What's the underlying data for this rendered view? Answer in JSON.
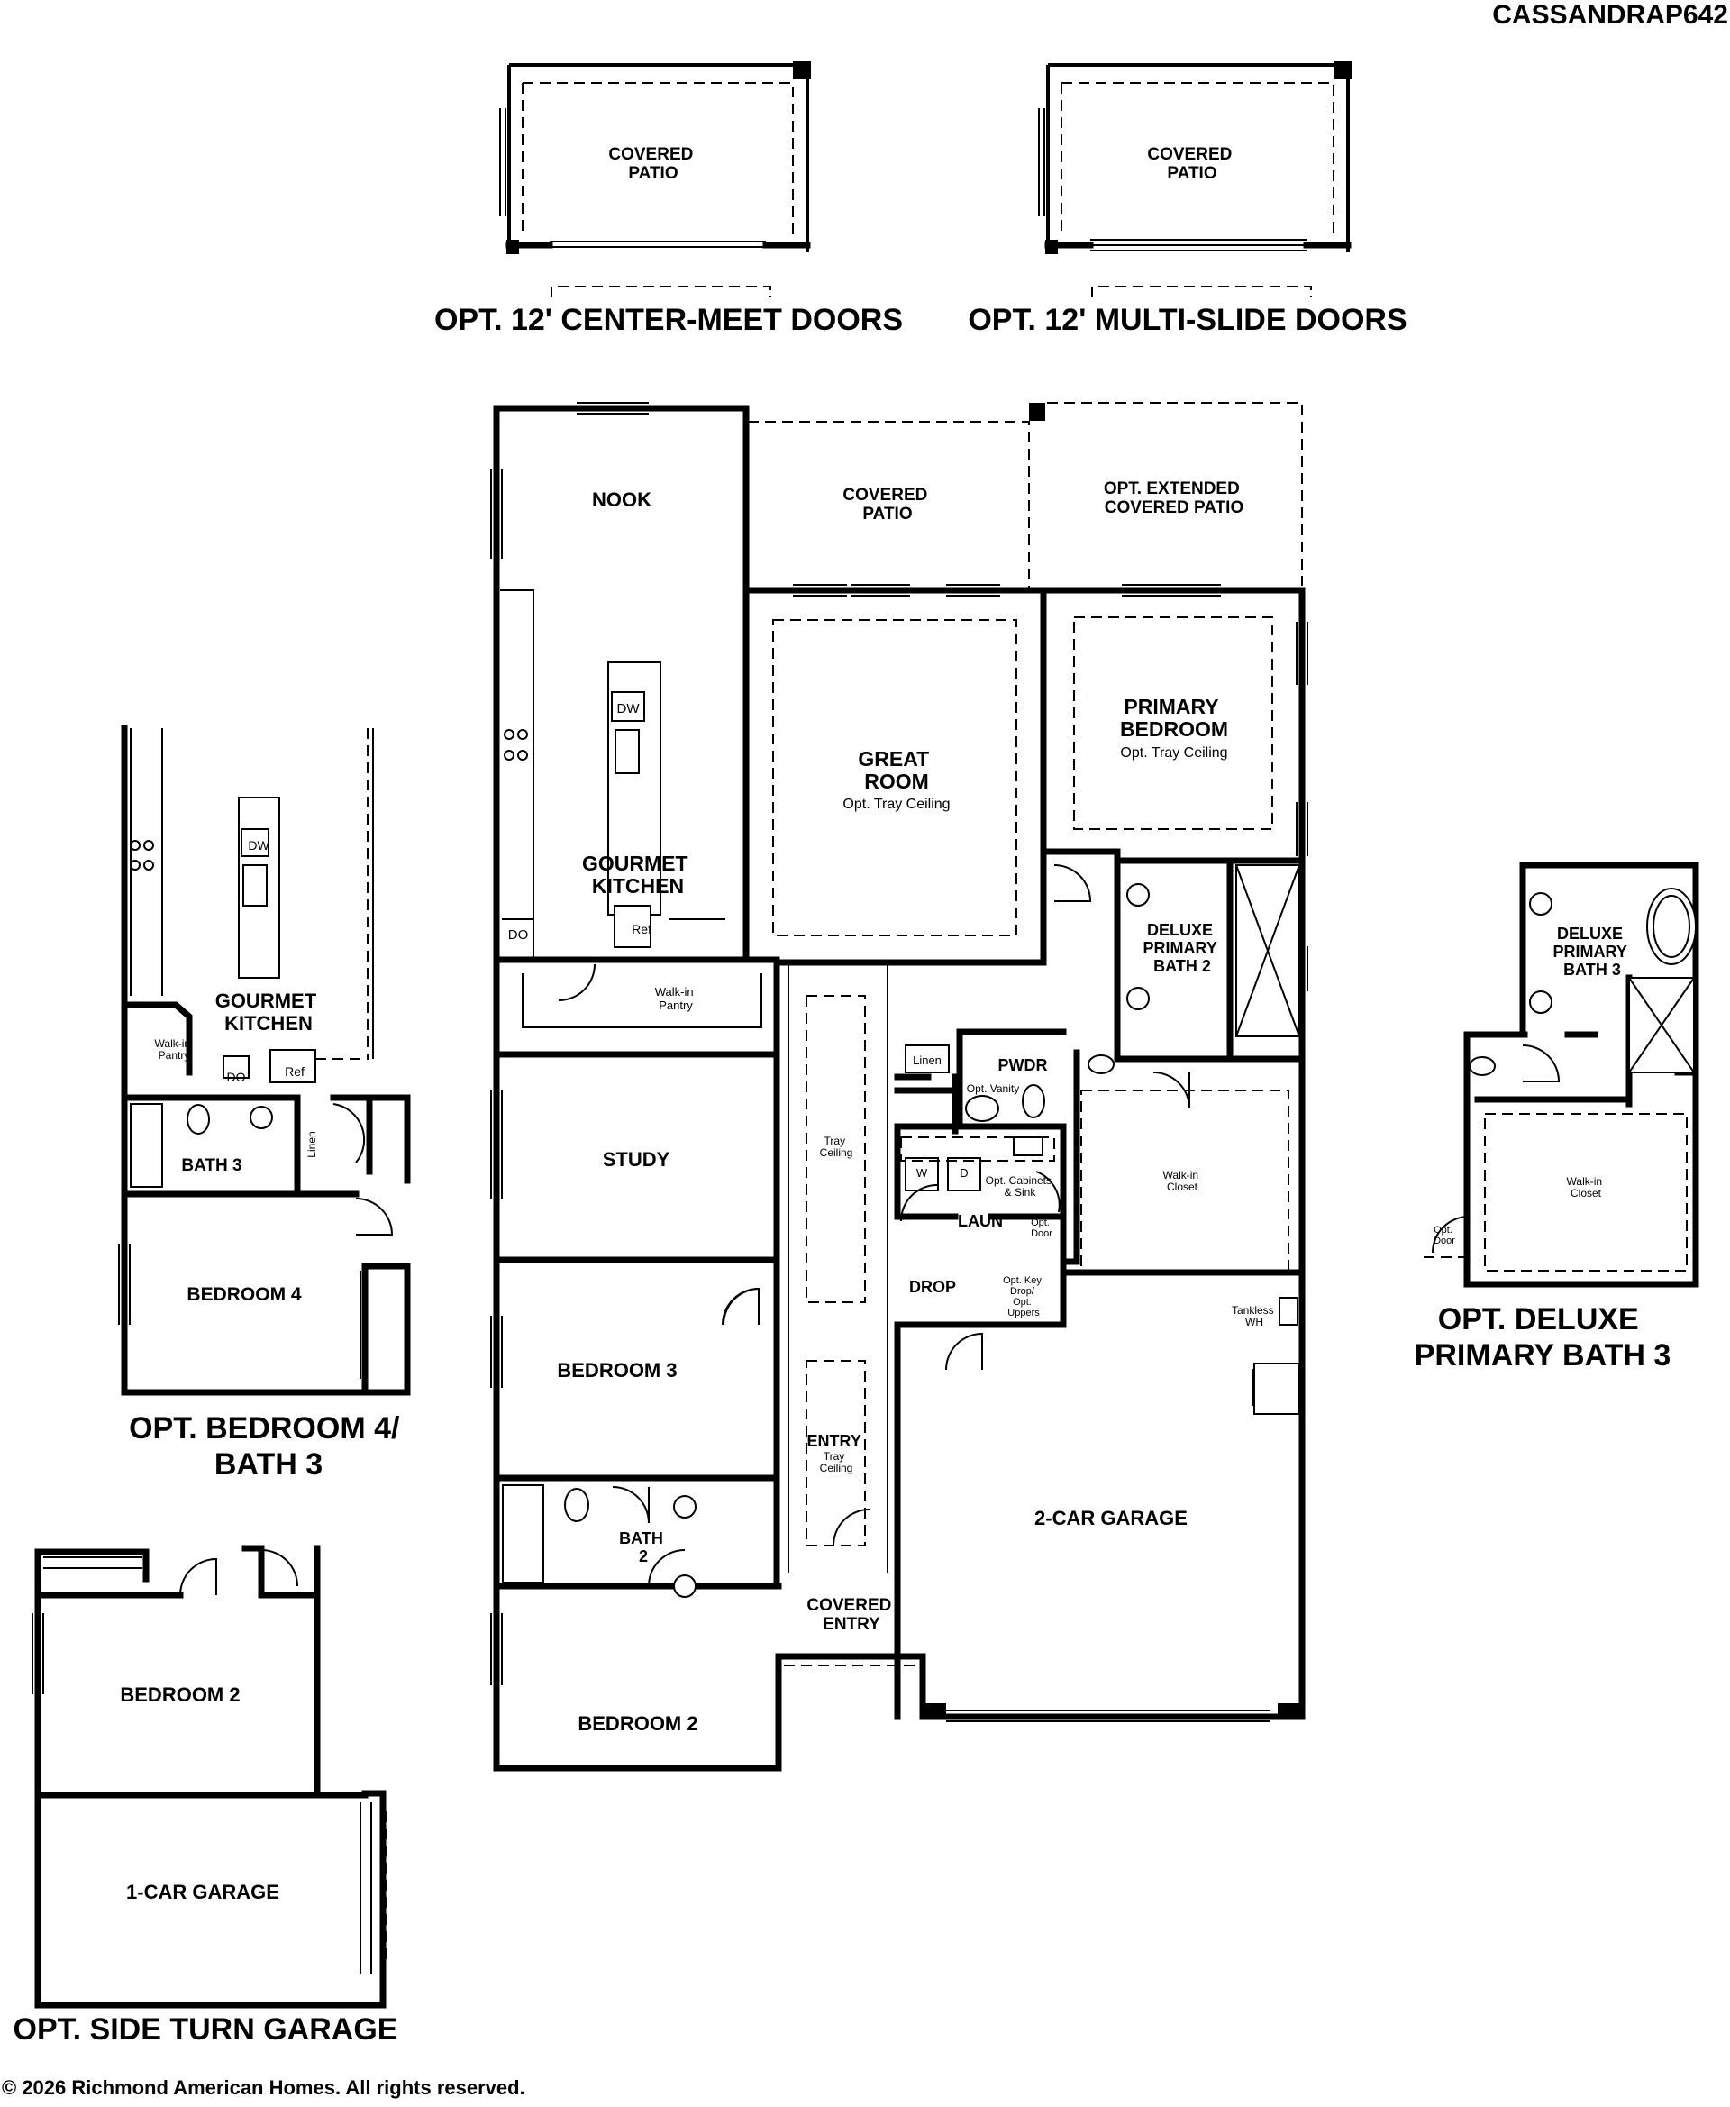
{
  "plan_id": "CASSANDRAP642",
  "copyright": "© 2026 Richmond American Homes. All rights reserved.",
  "options": {
    "center_meet_doors": {
      "title": "OPT. 12' CENTER-MEET DOORS",
      "room": [
        "COVERED",
        "PATIO"
      ]
    },
    "multi_slide_doors": {
      "title": "OPT. 12' MULTI-SLIDE DOORS",
      "room": [
        "COVERED",
        "PATIO"
      ]
    },
    "bedroom4_bath3": {
      "title": [
        "OPT. BEDROOM 4/",
        "BATH 3"
      ],
      "rooms": {
        "gourmet_kitchen": [
          "GOURMET",
          "KITCHEN"
        ],
        "walkin_pantry": [
          "Walk-in",
          "Pantry"
        ],
        "do": "DO",
        "ref": "Ref",
        "dw": "DW",
        "bath3": "BATH 3",
        "linen": "Linen",
        "bedroom4": "BEDROOM 4"
      }
    },
    "deluxe_primary_bath3": {
      "title": [
        "OPT. DELUXE",
        "PRIMARY BATH 3"
      ],
      "rooms": {
        "bath": [
          "DELUXE",
          "PRIMARY",
          "BATH 3"
        ],
        "walkin_closet": [
          "Walk-in",
          "Closet"
        ],
        "opt_door": [
          "Opt.",
          "Door"
        ]
      }
    },
    "side_turn_garage": {
      "title": "OPT. SIDE TURN GARAGE",
      "rooms": {
        "bedroom2": "BEDROOM 2",
        "garage": "1-CAR GARAGE"
      }
    }
  },
  "main_plan": {
    "nook": "NOOK",
    "covered_patio": [
      "COVERED",
      "PATIO"
    ],
    "ext_patio": [
      "OPT. EXTENDED",
      "COVERED PATIO"
    ],
    "great_room": [
      "GREAT",
      "ROOM"
    ],
    "tray_ceiling": "Opt. Tray Ceiling",
    "primary_bedroom": [
      "PRIMARY",
      "BEDROOM"
    ],
    "kitchen": [
      "GOURMET",
      "KITCHEN"
    ],
    "dw": "DW",
    "do": "DO",
    "ref": "Ref",
    "walkin_pantry": [
      "Walk-in",
      "Pantry"
    ],
    "deluxe_bath2": [
      "DELUXE",
      "PRIMARY",
      "BATH 2"
    ],
    "linen": "Linen",
    "pwdr": "PWDR",
    "opt_vanity": "Opt. Vanity",
    "hall_tray": [
      "Tray",
      "Ceiling"
    ],
    "study": "STUDY",
    "w": "W",
    "d": "D",
    "opt_cabinets": [
      "Opt. Cabinets",
      "& Sink"
    ],
    "laun": "LAUN",
    "opt_door": [
      "Opt.",
      "Door"
    ],
    "walkin_closet": [
      "Walk-in",
      "Closet"
    ],
    "drop": "DROP",
    "key_drop": [
      "Opt. Key",
      "Drop/",
      "Opt.",
      "Uppers"
    ],
    "tankless": [
      "Tankless",
      "WH"
    ],
    "bedroom3": "BEDROOM 3",
    "entry": [
      "ENTRY",
      "Tray",
      "Ceiling"
    ],
    "garage": "2-CAR GARAGE",
    "bath2": [
      "BATH",
      "2"
    ],
    "covered_entry": [
      "COVERED",
      "ENTRY"
    ],
    "bedroom2": "BEDROOM 2"
  }
}
